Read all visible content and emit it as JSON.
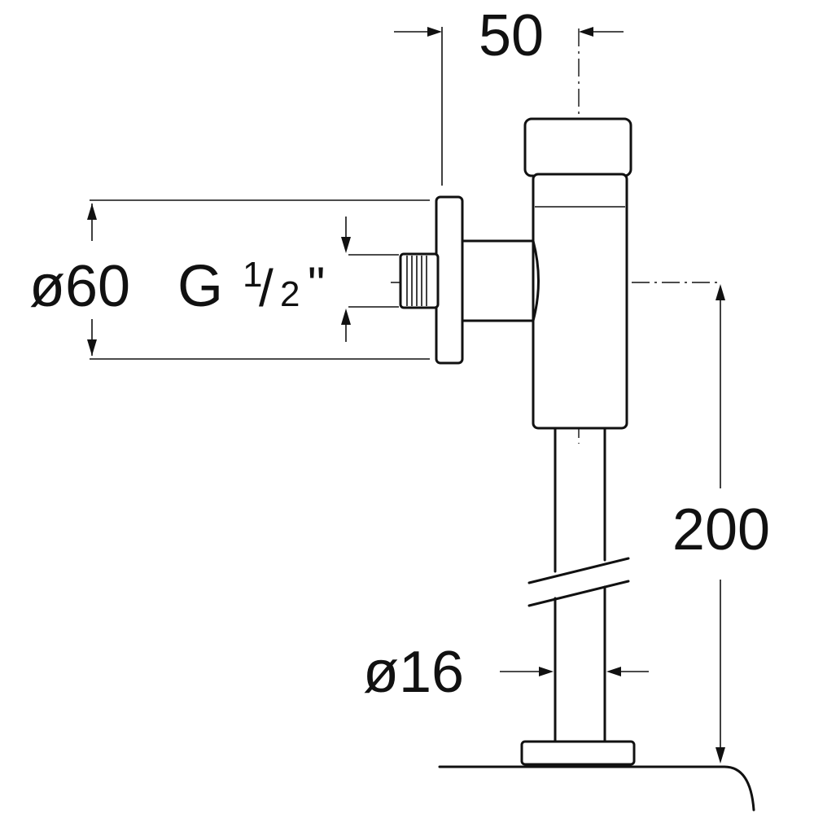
{
  "dimensions": {
    "top_width": "50",
    "flange_diameter": "ø60",
    "thread": "G",
    "thread_numerator": "1",
    "thread_slash": "/",
    "thread_denominator": "2",
    "thread_inch": "\"",
    "height": "200",
    "pipe_diameter": "ø16"
  }
}
